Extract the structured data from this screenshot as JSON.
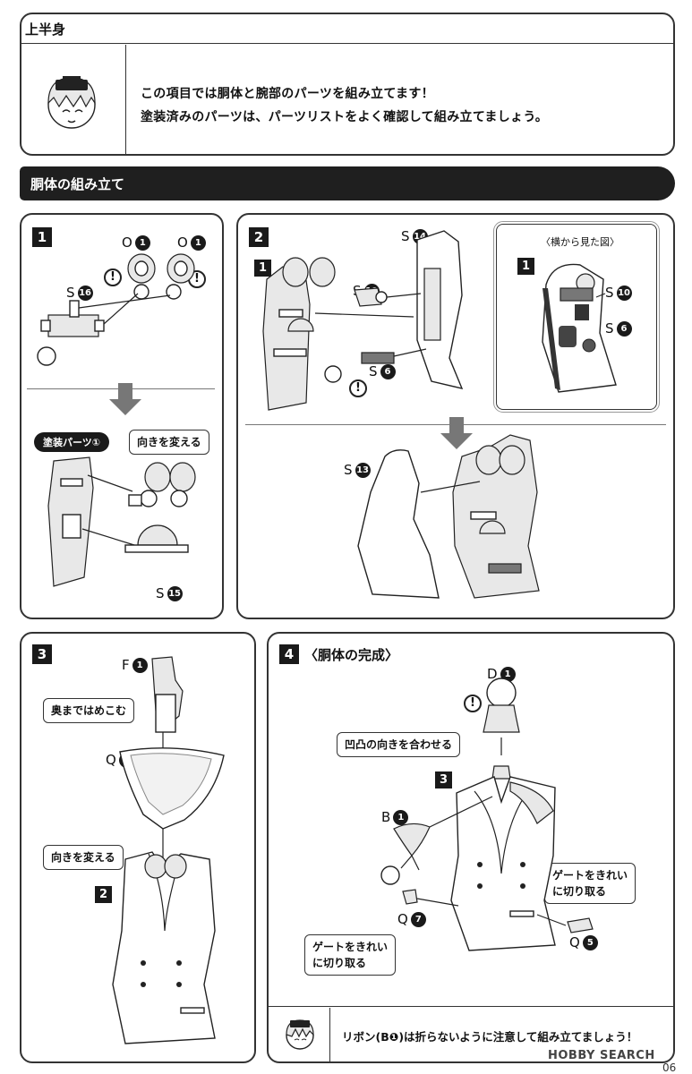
{
  "intro": {
    "heading": "上半身",
    "line1": "この項目では胴体と腕部のパーツを組み立てます！",
    "line2": "塗装済みのパーツは、パーツリストをよく確認して組み立てましょう。"
  },
  "banner": {
    "title": "胴体の組み立て"
  },
  "step1": {
    "number": "1",
    "parts": {
      "o1_left": "O",
      "o1_left_num": "1",
      "o1_right": "O",
      "o1_right_num": "1",
      "s16": "S",
      "s16_num": "16",
      "s15": "S",
      "s15_num": "15"
    },
    "paint_tag": "塗装パーツ①",
    "note_rotate": "向きを変える"
  },
  "step2": {
    "number": "2",
    "parts": {
      "s14": "S",
      "s14_num": "14",
      "s10": "S",
      "s10_num": "10",
      "s6": "S",
      "s6_num": "6",
      "s13": "S",
      "s13_num": "13"
    },
    "sub1": "1",
    "side_title": "〈横から見た図〉",
    "side_sub1": "1",
    "side_s10": "S",
    "side_s10_num": "10",
    "side_s6": "S",
    "side_s6_num": "6"
  },
  "step3": {
    "number": "3",
    "parts": {
      "f1": "F",
      "f1_num": "1",
      "q4": "Q",
      "q4_num": "4"
    },
    "note_push": "奥まではめこむ",
    "note_rotate": "向きを変える",
    "sub2": "2"
  },
  "step4": {
    "number": "4",
    "title": "〈胴体の完成〉",
    "parts": {
      "d1": "D",
      "d1_num": "1",
      "b1": "B",
      "b1_num": "1",
      "q7": "Q",
      "q7_num": "7",
      "q5": "Q",
      "q5_num": "5"
    },
    "note_align": "凹凸の向きを合わせる",
    "sub3": "3",
    "note_gate_right_1": "ゲートをきれい",
    "note_gate_right_2": "に切り取る",
    "note_gate_left_1": "ゲートをきれい",
    "note_gate_left_2": "に切り取る"
  },
  "footer": {
    "tip": "リボン(B❶)は折らないように注意して組み立てましょう！",
    "watermark": "HOBBY SEARCH",
    "page": "06"
  }
}
